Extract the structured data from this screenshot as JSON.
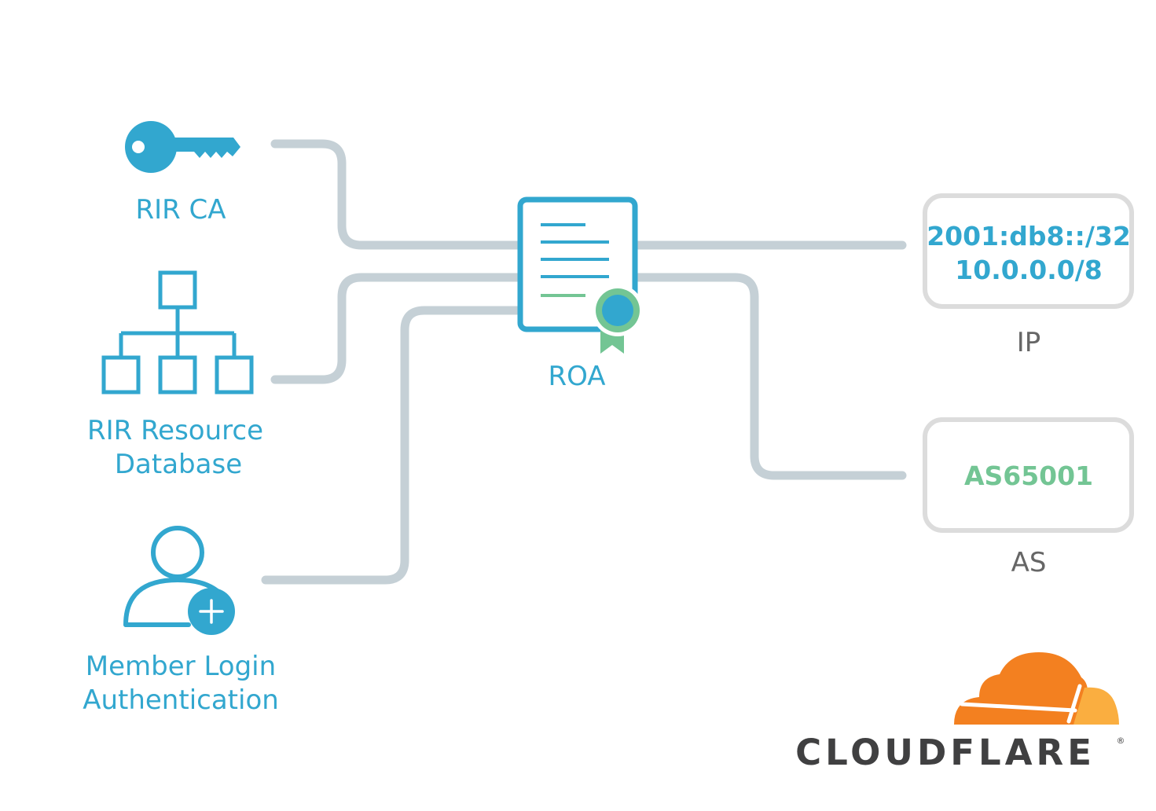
{
  "colors": {
    "blue": "#32A7CF",
    "green": "#73C594",
    "connector": "#C5D0D6",
    "box_border": "#DCDCDC",
    "gray_label": "#666666",
    "cf_orange": "#F38020",
    "cf_orange_light": "#FAAE40",
    "cf_text": "#404041"
  },
  "sources": {
    "rir_ca": {
      "label": "RIR CA",
      "icon": "key-icon"
    },
    "rir_db": {
      "line1": "RIR Resource",
      "line2": "Database",
      "icon": "org-chart-icon"
    },
    "member": {
      "line1": "Member Login",
      "line2": "Authentication",
      "icon": "user-plus-icon"
    }
  },
  "roa": {
    "label": "ROA",
    "icon": "certificate-icon"
  },
  "ip_box": {
    "line1": "2001:db8::/32",
    "line2": "10.0.0.0/8",
    "caption": "IP"
  },
  "as_box": {
    "value": "AS65001",
    "caption": "AS"
  },
  "brand": {
    "name": "CLOUDFLARE",
    "mark": "®",
    "icon": "cloudflare-cloud-icon"
  }
}
